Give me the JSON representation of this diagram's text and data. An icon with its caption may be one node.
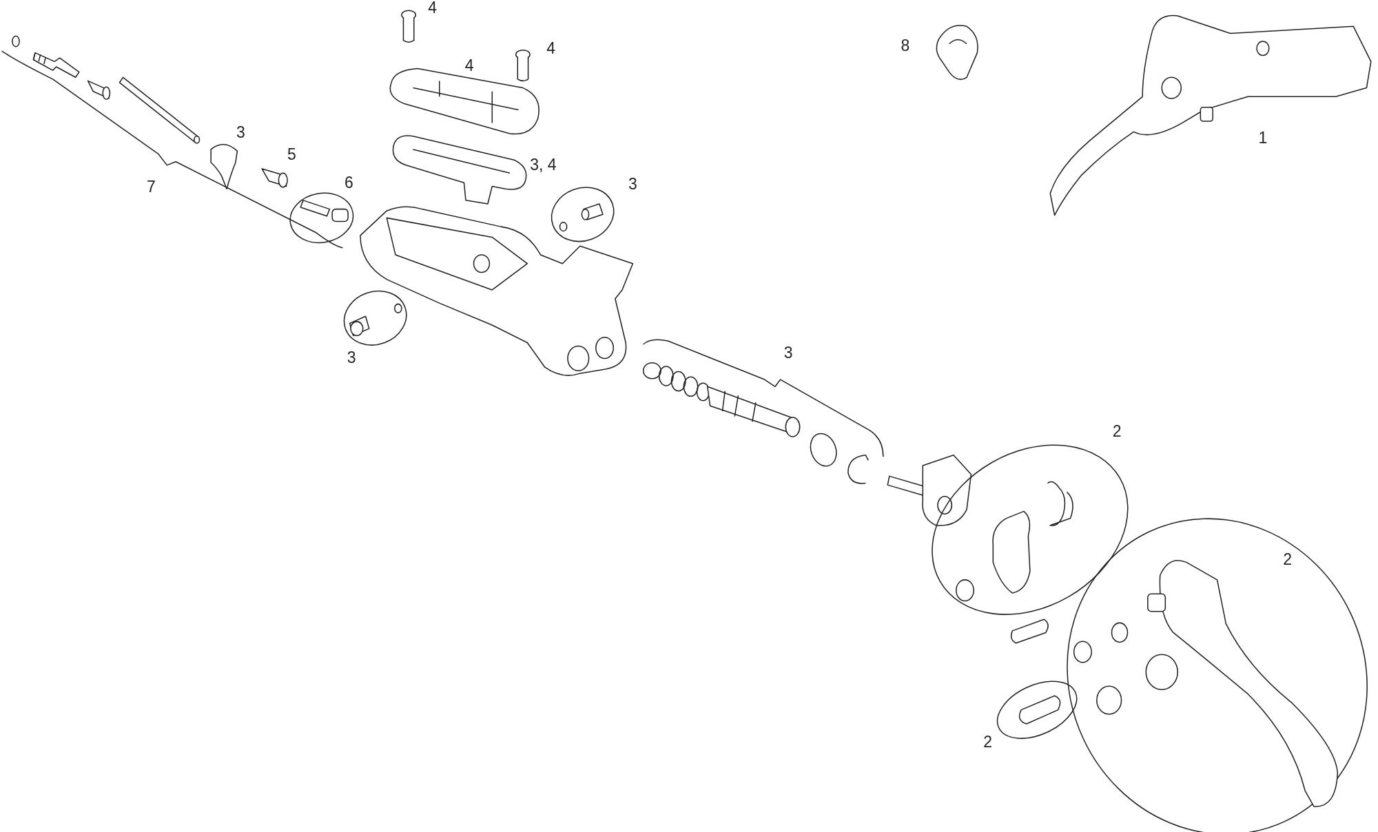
{
  "diagram": {
    "labels": [
      "4",
      "4",
      "8",
      "4",
      "3",
      "1",
      "5",
      "3, 4",
      "6",
      "7",
      "3",
      "3",
      "3",
      "2",
      "2",
      "2"
    ]
  }
}
